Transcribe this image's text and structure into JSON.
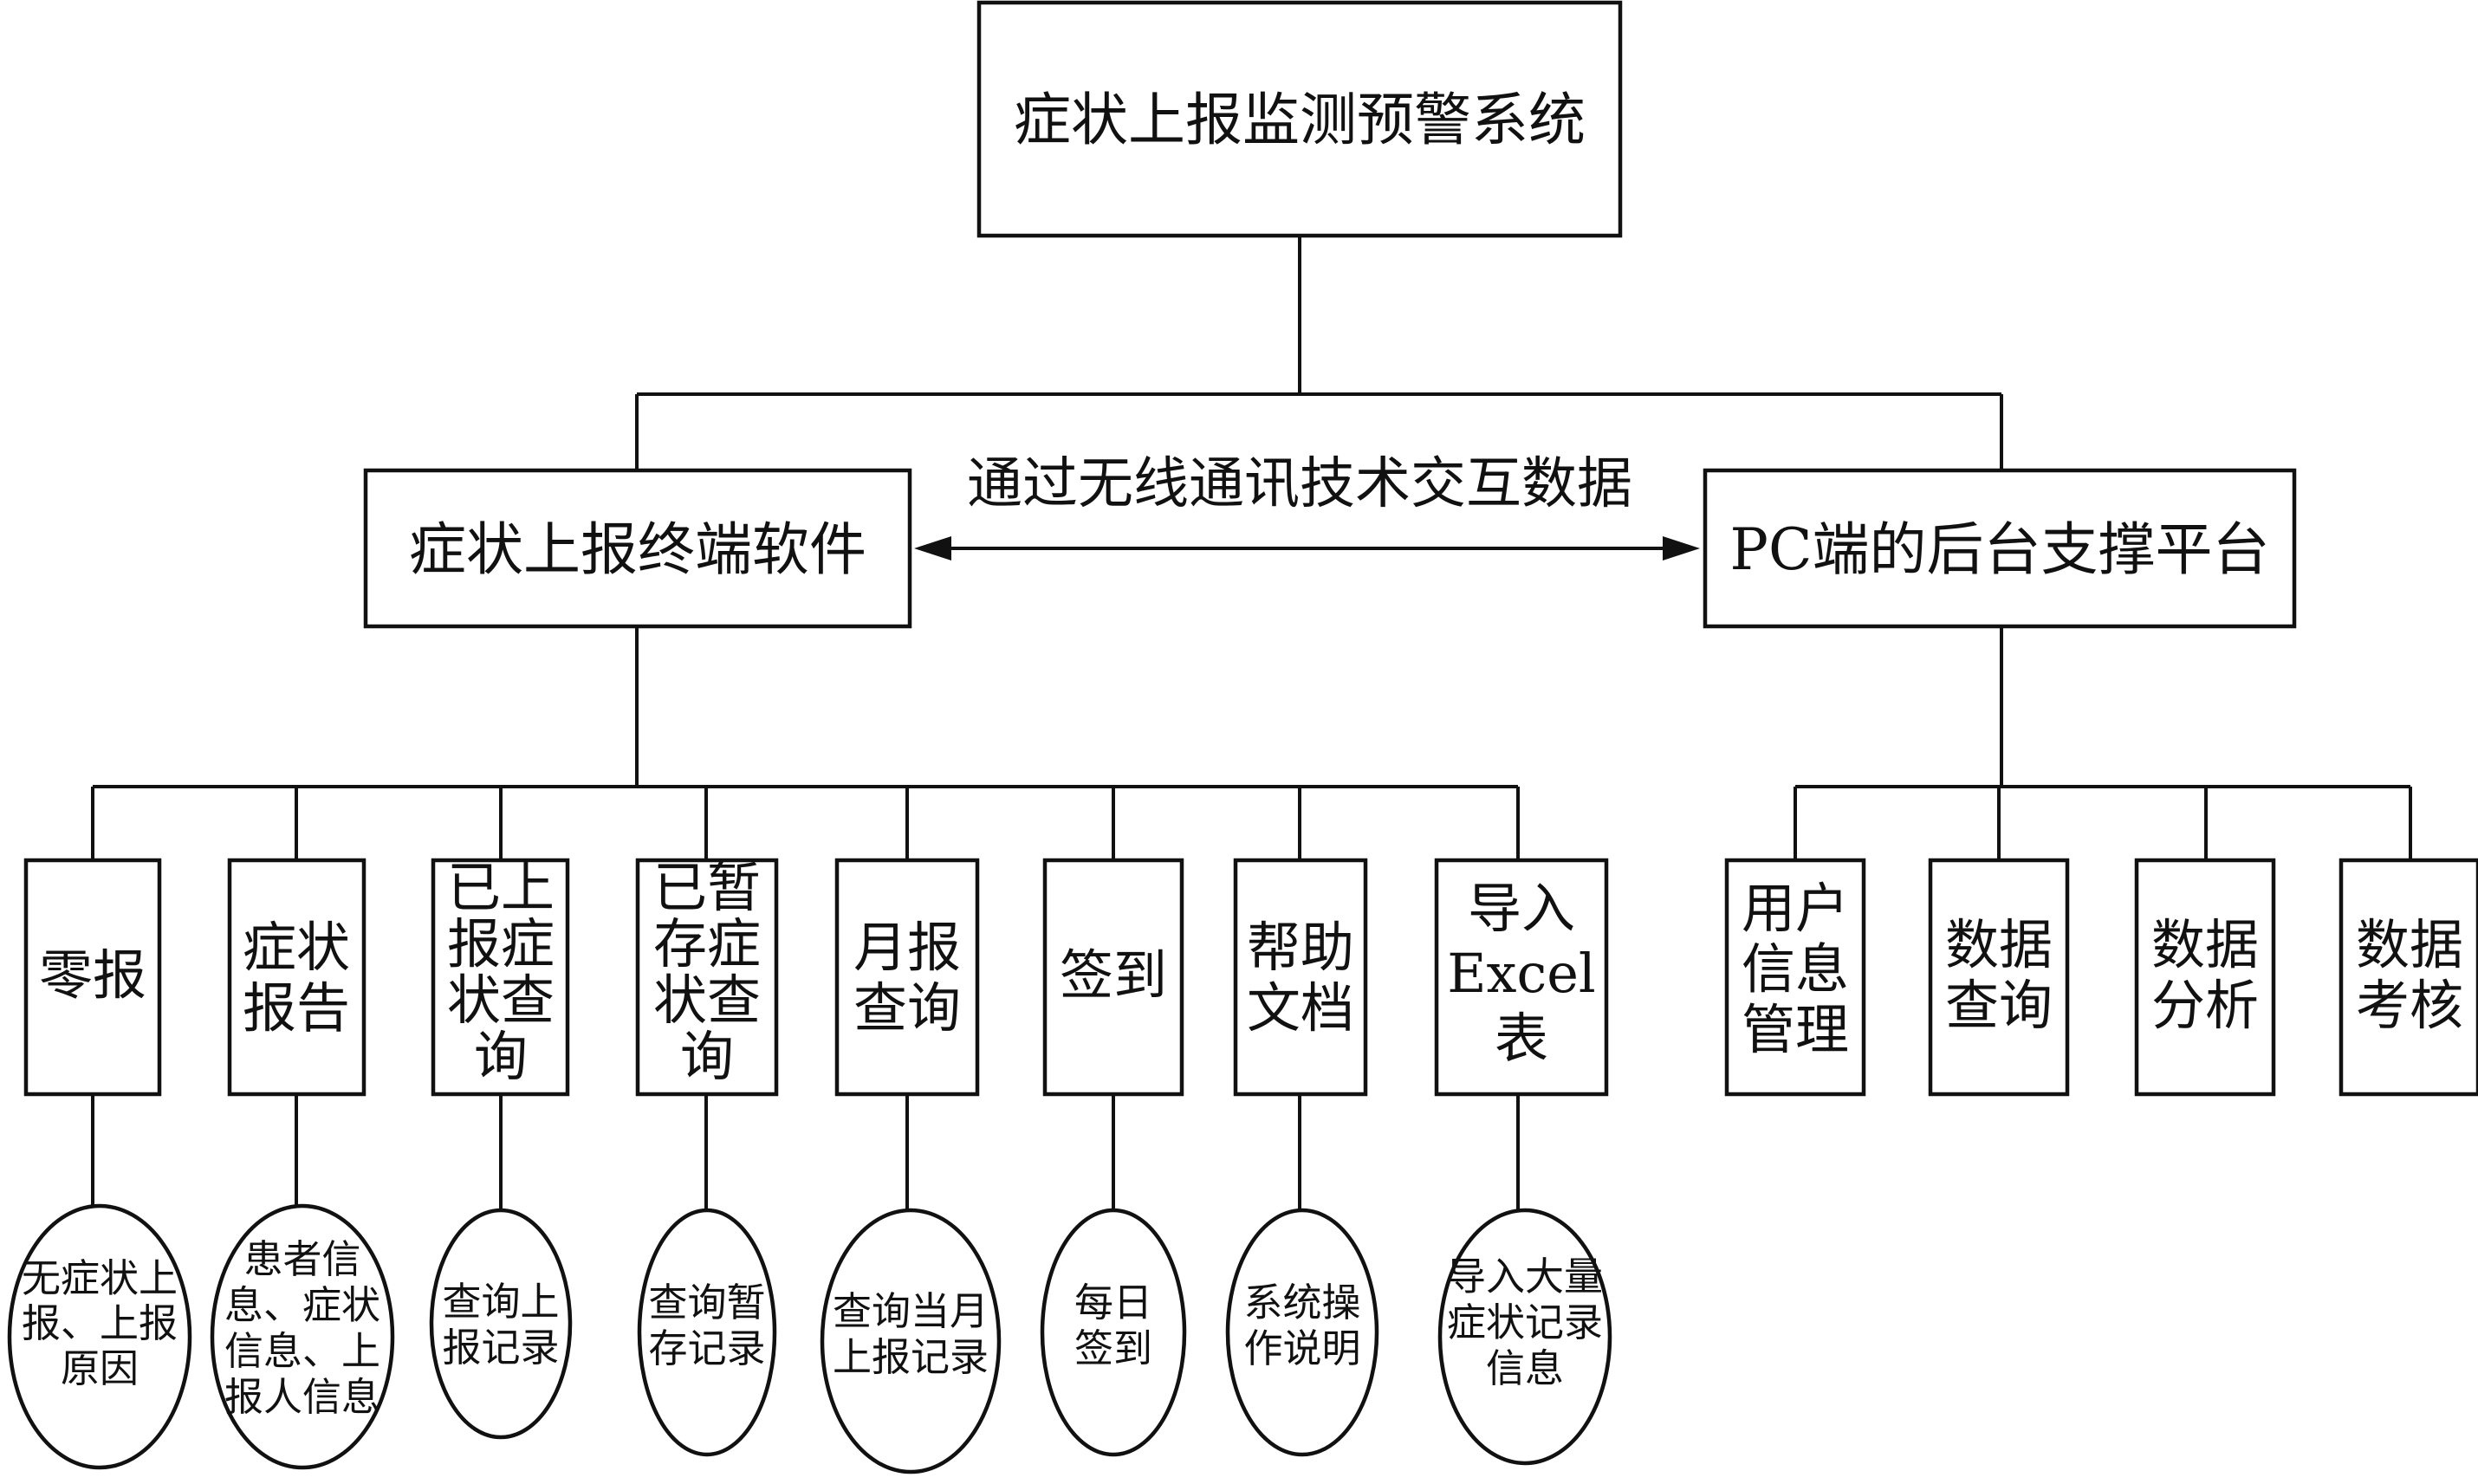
{
  "title": "症状上报监测预警系统",
  "connection": {
    "label": "通过无线通讯技术交互数据"
  },
  "left_branch": {
    "label": "症状上报终端软件",
    "modules": [
      {
        "lines": [
          "零报"
        ],
        "detail": [
          "无症状上",
          "报、上报",
          "原因"
        ]
      },
      {
        "lines": [
          "症状",
          "报告"
        ],
        "detail": [
          "患者信",
          "息、症状",
          "信息、上",
          "报人信息"
        ]
      },
      {
        "lines": [
          "已上",
          "报症",
          "状查",
          "询"
        ],
        "detail": [
          "查询上",
          "报记录"
        ]
      },
      {
        "lines": [
          "已暂",
          "存症",
          "状查",
          "询"
        ],
        "detail": [
          "查询暂",
          "存记录"
        ]
      },
      {
        "lines": [
          "月报",
          "查询"
        ],
        "detail": [
          "查询当月",
          "上报记录"
        ]
      },
      {
        "lines": [
          "签到"
        ],
        "detail": [
          "每日",
          "签到"
        ]
      },
      {
        "lines": [
          "帮助",
          "文档"
        ],
        "detail": [
          "系统操",
          "作说明"
        ]
      },
      {
        "lines": [
          "导入",
          "Excel",
          "表"
        ],
        "detail": [
          "导入大量",
          "症状记录",
          "信息"
        ]
      }
    ]
  },
  "right_branch": {
    "label": "PC端的后台支撑平台",
    "modules": [
      {
        "lines": [
          "用户",
          "信息",
          "管理"
        ]
      },
      {
        "lines": [
          "数据",
          "查询"
        ]
      },
      {
        "lines": [
          "数据",
          "分析"
        ]
      },
      {
        "lines": [
          "数据",
          "考核"
        ]
      }
    ]
  }
}
